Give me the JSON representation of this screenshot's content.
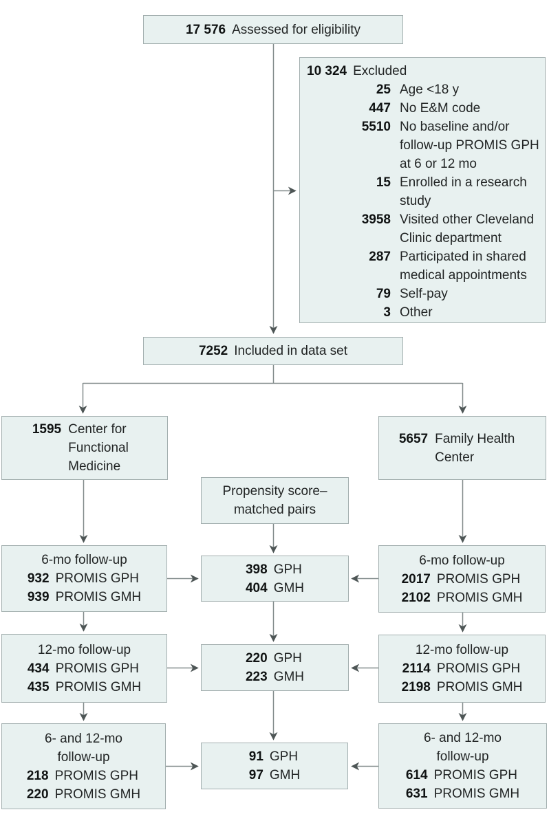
{
  "style": {
    "box_fill": "#e8f1f0",
    "box_border": "#a2aeae",
    "line_color": "#828b8b",
    "arrowhead_color": "#4e5656",
    "text_color": "#212424"
  },
  "boxes": {
    "eligibility": {
      "n": "17 576",
      "label": "Assessed for eligibility"
    },
    "excluded": {
      "n": "10 324",
      "label": "Excluded",
      "items": [
        {
          "n": "25",
          "label": "Age <18 y"
        },
        {
          "n": "447",
          "label": "No E&M code"
        },
        {
          "n": "5510",
          "label": "No baseline and/or follow-up PROMIS GPH at 6 or 12 mo"
        },
        {
          "n": "15",
          "label": "Enrolled in a research study"
        },
        {
          "n": "3958",
          "label": "Visited other Cleveland Clinic department"
        },
        {
          "n": "287",
          "label": "Participated in shared medical appointments"
        },
        {
          "n": "79",
          "label": "Self-pay"
        },
        {
          "n": "3",
          "label": "Other"
        }
      ]
    },
    "included": {
      "n": "7252",
      "label": "Included in data set"
    },
    "cfm": {
      "n": "1595",
      "label": "Center for Functional Medicine"
    },
    "fhc": {
      "n": "5657",
      "label": "Family Health Center"
    },
    "propensity": {
      "label": "Propensity score–matched pairs"
    },
    "cfm_6mo": {
      "title": "6-mo follow-up",
      "rows": [
        {
          "n": "932",
          "label": "PROMIS GPH"
        },
        {
          "n": "939",
          "label": "PROMIS GMH"
        }
      ]
    },
    "matched_6mo": {
      "rows": [
        {
          "n": "398",
          "label": "GPH"
        },
        {
          "n": "404",
          "label": "GMH"
        }
      ]
    },
    "fhc_6mo": {
      "title": "6-mo follow-up",
      "rows": [
        {
          "n": "2017",
          "label": "PROMIS GPH"
        },
        {
          "n": "2102",
          "label": "PROMIS GMH"
        }
      ]
    },
    "cfm_12mo": {
      "title": "12-mo follow-up",
      "rows": [
        {
          "n": "434",
          "label": "PROMIS GPH"
        },
        {
          "n": "435",
          "label": "PROMIS GMH"
        }
      ]
    },
    "matched_12mo": {
      "rows": [
        {
          "n": "220",
          "label": "GPH"
        },
        {
          "n": "223",
          "label": "GMH"
        }
      ]
    },
    "fhc_12mo": {
      "title": "12-mo follow-up",
      "rows": [
        {
          "n": "2114",
          "label": "PROMIS GPH"
        },
        {
          "n": "2198",
          "label": "PROMIS GMH"
        }
      ]
    },
    "cfm_6_12mo": {
      "title": "6- and 12-mo follow-up",
      "rows": [
        {
          "n": "218",
          "label": "PROMIS GPH"
        },
        {
          "n": "220",
          "label": "PROMIS GMH"
        }
      ]
    },
    "matched_6_12mo": {
      "rows": [
        {
          "n": "91",
          "label": "GPH"
        },
        {
          "n": "97",
          "label": "GMH"
        }
      ]
    },
    "fhc_6_12mo": {
      "title": "6- and 12-mo follow-up",
      "rows": [
        {
          "n": "614",
          "label": "PROMIS GPH"
        },
        {
          "n": "631",
          "label": "PROMIS GMH"
        }
      ]
    }
  }
}
